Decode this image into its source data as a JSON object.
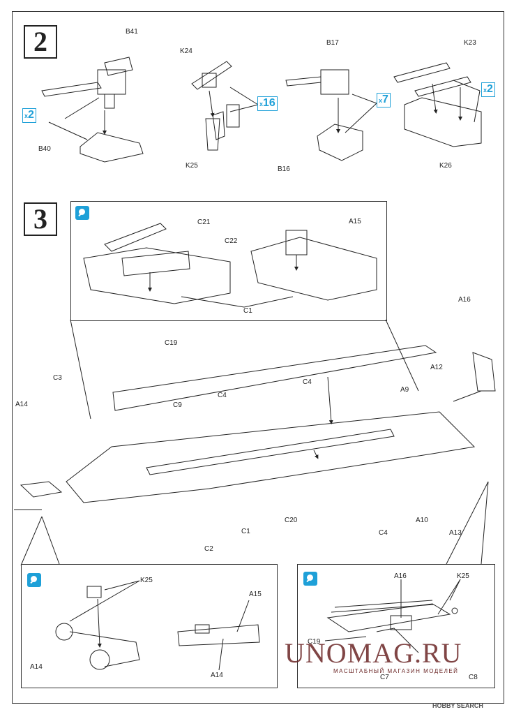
{
  "steps": {
    "s2": "2",
    "s3": "3"
  },
  "step2": {
    "labels": {
      "b41": "B41",
      "b40": "B40",
      "k24": "K24",
      "k25": "K25",
      "b17": "B17",
      "b16": "B16",
      "k23": "K23",
      "k26": "K26"
    },
    "multipliers": {
      "m1": {
        "x": "x",
        "n": "2"
      },
      "m2": {
        "x": "x",
        "n": "16"
      },
      "m3": {
        "x": "x",
        "n": "7"
      },
      "m4": {
        "x": "x",
        "n": "2"
      }
    }
  },
  "step3": {
    "top_inset": {
      "c21": "C21",
      "c22": "C22",
      "c1": "C1",
      "a15": "A15"
    },
    "main": {
      "a16": "A16",
      "c19": "C19",
      "a12": "A12",
      "c4a": "C4",
      "a9": "A9",
      "c3": "C3",
      "c4b": "C4",
      "c9": "C9",
      "a14": "A14",
      "c1": "C1",
      "c20": "C20",
      "c4c": "C4",
      "c2": "C2",
      "a10": "A10",
      "a13": "A13"
    },
    "bottom_left": {
      "k25": "K25",
      "a15": "A15",
      "a14a": "A14",
      "a14b": "A14"
    },
    "bottom_right": {
      "a16": "A16",
      "k25": "K25",
      "c19": "C19",
      "c7": "C7",
      "c8": "C8"
    }
  },
  "watermark": {
    "brand": "UNOMAG.RU",
    "tagline": "МАСШТАБНЫЙ МАГАЗИН МОДЕЛЕЙ",
    "source": "HOBBY SEARCH"
  },
  "colors": {
    "accent": "#1ea0d8",
    "watermark": "#6a2525"
  }
}
